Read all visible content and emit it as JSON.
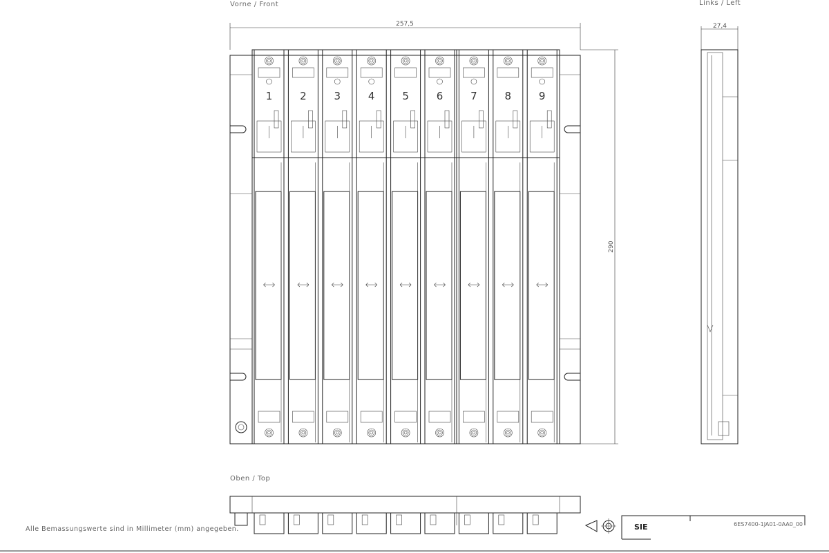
{
  "views": {
    "front": "Vorne  /  Front",
    "left": "Links  /  Left",
    "top": "Oben  /  Top"
  },
  "dimensions": {
    "width": "257,5",
    "height": "290",
    "depth": "27,4"
  },
  "slots": [
    "1",
    "2",
    "3",
    "4",
    "5",
    "6",
    "7",
    "8",
    "9"
  ],
  "footnote": "Alle Bemassungswerte sind in Millimeter (mm) angegeben.",
  "title_block": {
    "logo": "SIE",
    "part_number": "6ES7400-1JA01-0AA0_00"
  }
}
